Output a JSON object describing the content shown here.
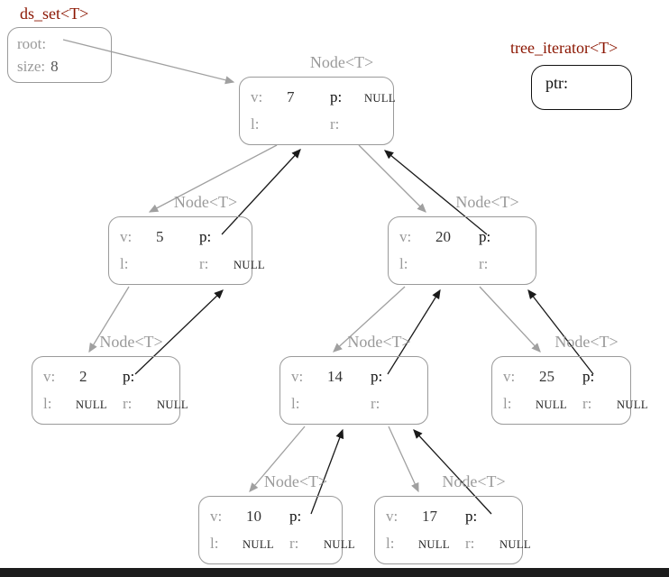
{
  "title_labels": {
    "set_class": "ds_set<T>",
    "iterator_class": "tree_iterator<T>"
  },
  "set_box": {
    "root_label": "root:",
    "size_label": "size:",
    "size_value": "8"
  },
  "iterator_box": {
    "ptr_label": "ptr:"
  },
  "nodes": [
    {
      "title": "Node<T>",
      "v_label": "v:",
      "v": "7",
      "p_label": "p:",
      "p": "NULL",
      "l_label": "l:",
      "l": "",
      "r_label": "r:",
      "r": ""
    },
    {
      "title": "Node<T>",
      "v_label": "v:",
      "v": "5",
      "p_label": "p:",
      "p": "",
      "l_label": "l:",
      "l": "",
      "r_label": "r:",
      "r": "NULL"
    },
    {
      "title": "Node<T>",
      "v_label": "v:",
      "v": "20",
      "p_label": "p:",
      "p": "",
      "l_label": "l:",
      "l": "",
      "r_label": "r:",
      "r": ""
    },
    {
      "title": "Node<T>",
      "v_label": "v:",
      "v": "2",
      "p_label": "p:",
      "p": "",
      "l_label": "l:",
      "l": "NULL",
      "r_label": "r:",
      "r": "NULL"
    },
    {
      "title": "Node<T>",
      "v_label": "v:",
      "v": "14",
      "p_label": "p:",
      "p": "",
      "l_label": "l:",
      "l": "",
      "r_label": "r:",
      "r": ""
    },
    {
      "title": "Node<T>",
      "v_label": "v:",
      "v": "25",
      "p_label": "p:",
      "p": "",
      "l_label": "l:",
      "l": "NULL",
      "r_label": "r:",
      "r": "NULL"
    },
    {
      "title": "Node<T>",
      "v_label": "v:",
      "v": "10",
      "p_label": "p:",
      "p": "",
      "l_label": "l:",
      "l": "NULL",
      "r_label": "r:",
      "r": "NULL"
    },
    {
      "title": "Node<T>",
      "v_label": "v:",
      "v": "17",
      "p_label": "p:",
      "p": "",
      "l_label": "l:",
      "l": "NULL",
      "r_label": "r:",
      "r": "NULL"
    }
  ],
  "colors": {
    "class_label": "#8b1500",
    "muted_gray": "#9a9a9a",
    "emphasis_black": "#111111",
    "background": "#ffffff",
    "bottom_bar": "#1c1c1c"
  }
}
